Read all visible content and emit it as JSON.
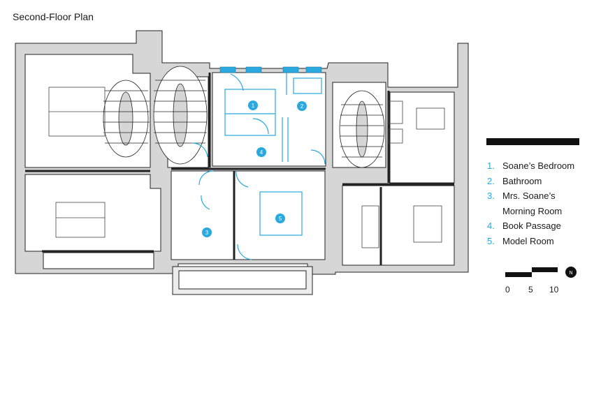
{
  "title": "Second-Floor Plan",
  "rooms": [
    {
      "num": "1",
      "label": "1.",
      "name": "Soane’s Bedroom"
    },
    {
      "num": "2",
      "label": "2.",
      "name": "Bathroom"
    },
    {
      "num": "3",
      "label": "3.",
      "name": "Mrs. Soane’s Morning Room"
    },
    {
      "num": "4",
      "label": "4.",
      "name": "Book Passage"
    },
    {
      "num": "5",
      "label": "5.",
      "name": "Model Room"
    }
  ],
  "scale": {
    "t0": "0",
    "t1": "5",
    "t2": "10"
  },
  "north": "N",
  "colors": {
    "wall": "#d6d6d6",
    "line": "#222222",
    "accent": "#29a9e0",
    "stone": "#ececec"
  }
}
